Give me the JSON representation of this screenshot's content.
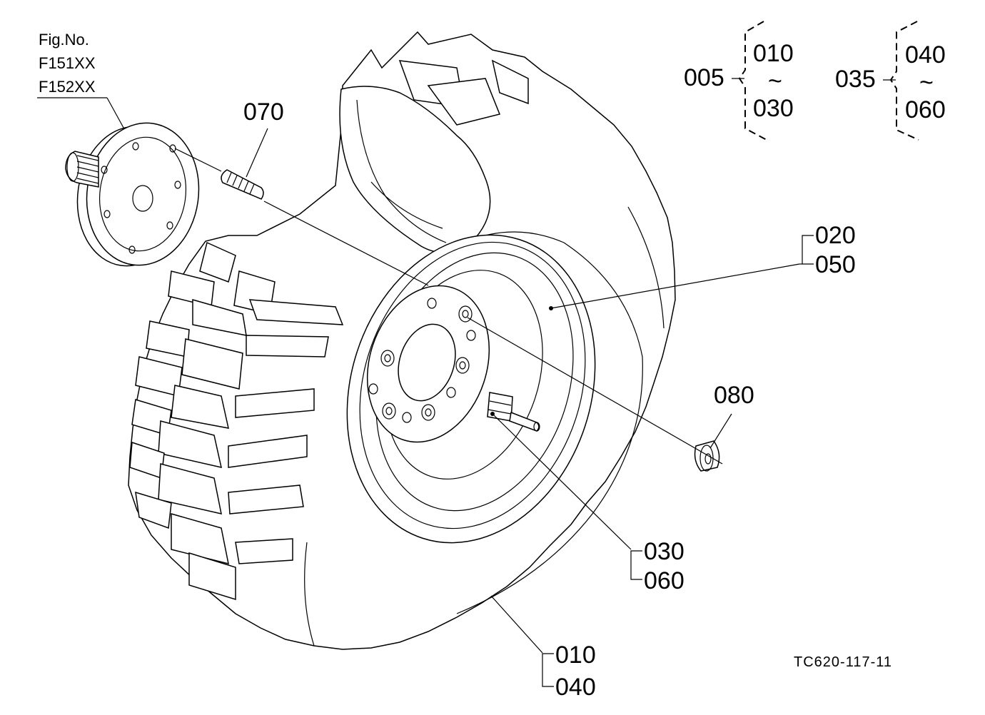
{
  "figure": {
    "fig_label": "Fig.No.",
    "fig_numbers": [
      "F151XX",
      "F152XX"
    ],
    "drawing_code": "TC620-117-11"
  },
  "groups": {
    "g005": {
      "ref": "005",
      "from": "010",
      "tilde": "~",
      "to": "030"
    },
    "g035": {
      "ref": "035",
      "from": "040",
      "tilde": "~",
      "to": "060"
    }
  },
  "callouts": {
    "c070": "070",
    "c080": "080",
    "c020_050": [
      "020",
      "050"
    ],
    "c030_060": [
      "030",
      "060"
    ],
    "c010_040": [
      "010",
      "040"
    ]
  }
}
